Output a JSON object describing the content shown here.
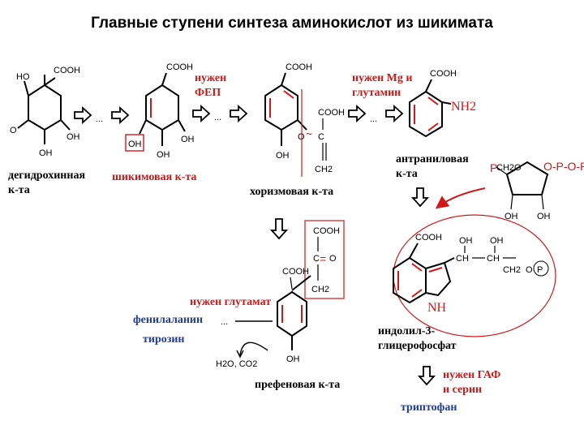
{
  "title": "Главные ступени синтеза аминокислот из шикимата",
  "labels": {
    "dehydroquinic": [
      "дегидрохинная",
      "к-та"
    ],
    "shikimic": "шикимовая к-та",
    "chorismic": "хоризмовая к-та",
    "anthranilic": [
      "антраниловая",
      "к-та"
    ],
    "prephenic": "префеновая к-та",
    "indolyl": [
      "индолил-3-",
      "глицерофосфат"
    ]
  },
  "requirements": {
    "pep": [
      "нужен",
      "ФЕП"
    ],
    "mg_glutamine": [
      "нужен Mg и",
      "глутамин"
    ],
    "glutamate": "нужен глутамат",
    "gap_serine": [
      "нужен ГАФ",
      "и серин"
    ]
  },
  "products": {
    "phenylalanine": "фенилаланин",
    "tyrosine": "тирозин",
    "tryptophan": "триптофан"
  },
  "chem": {
    "cooh": "COOH",
    "oh": "OH",
    "ho": "HO",
    "o": "O",
    "c": "C",
    "ch2": "CH2",
    "nh2": "NH2",
    "nh": "NH",
    "ch": "CH",
    "p": "P",
    "ch2o": "CH2O",
    "op": "O-P",
    "o_p": "O-P-O-P",
    "ellipsis": "...",
    "h2o_co2": "H2O, CO2",
    "eq": "=",
    "dash_o": "~",
    "oh_small": "OH"
  }
}
